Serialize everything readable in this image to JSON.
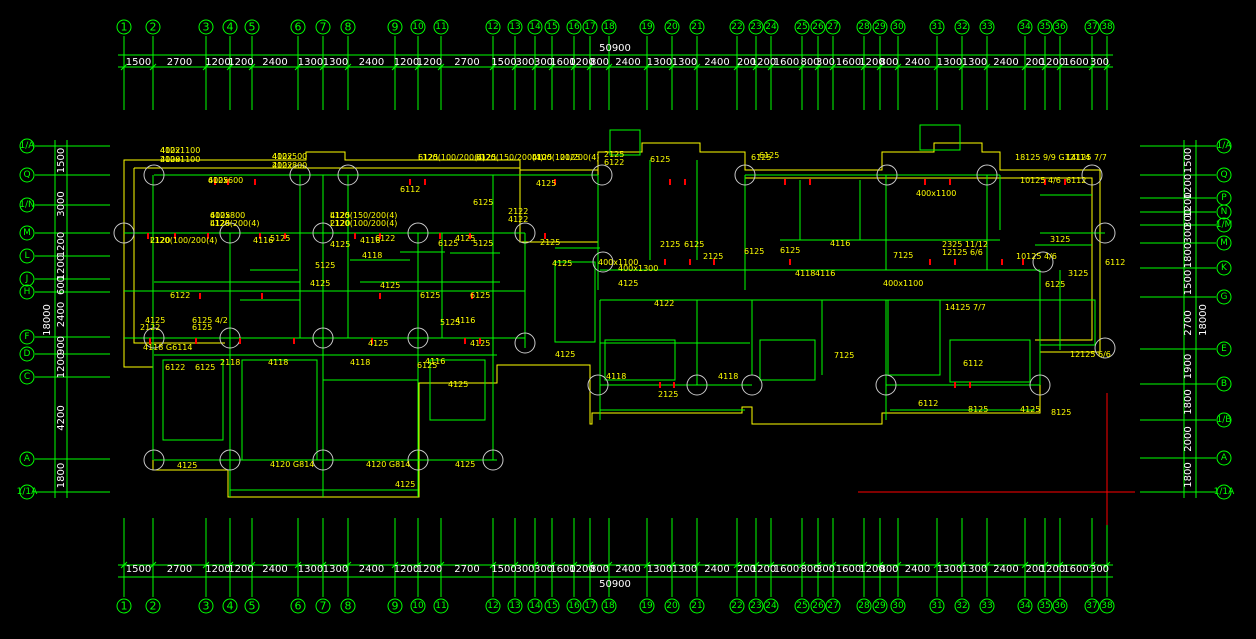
{
  "drawing": {
    "top_axes": [
      "1",
      "2",
      "3",
      "4",
      "5",
      "6",
      "7",
      "8",
      "9",
      "10",
      "11",
      "12",
      "13",
      "14",
      "15",
      "16",
      "17",
      "18",
      "19",
      "20",
      "21",
      "22",
      "23",
      "24",
      "25",
      "26",
      "27",
      "28",
      "29",
      "30",
      "31",
      "32",
      "33",
      "34",
      "35",
      "36",
      "37",
      "38"
    ],
    "top_dims": [
      "1500",
      "2700",
      "1200",
      "1200",
      "2400",
      "1300",
      "1300",
      "2400",
      "1200",
      "1200",
      "2700",
      "1500",
      "300",
      "300",
      "1600",
      "1200",
      "800",
      "2400",
      "1300",
      "1300",
      "2400",
      "200",
      "1200",
      "1600",
      "800",
      "300",
      "1600",
      "1200",
      "800",
      "2400",
      "1300",
      "1300",
      "2400",
      "200",
      "1200",
      "1600",
      "300"
    ],
    "total_width": "50900",
    "left_axes": [
      "1/A",
      "Q",
      "1/N",
      "M",
      "L",
      "J",
      "H",
      "F",
      "D",
      "C",
      "A",
      "1/1A"
    ],
    "left_dims": [
      "1500",
      "3000",
      "1200",
      "1200",
      "600",
      "2400",
      "900",
      "1200",
      "4200",
      "1800"
    ],
    "left_total": "18000",
    "right_axes": [
      "1/A",
      "Q",
      "P",
      "N",
      "1/M",
      "M",
      "K",
      "G",
      "E",
      "B",
      "1/B",
      "A",
      "1/1A"
    ],
    "right_dims": [
      "1500",
      "1200",
      "1200",
      "300",
      "300",
      "1800",
      "1500",
      "2700",
      "1900",
      "1800",
      "2000",
      "1800"
    ],
    "right_total": "18000",
    "beam_labels": [
      "4122",
      "2120",
      "6125",
      "4122",
      "2122",
      "6125",
      "4125",
      "2120",
      "4125",
      "2120",
      "6125",
      "6125",
      "4125",
      "2122",
      "4122",
      "6125",
      "4125",
      "2125",
      "6122",
      "6125",
      "2125",
      "6125",
      "4125",
      "2122",
      "6125 4/2",
      "6125",
      "6122",
      "5125",
      "4125",
      "5125",
      "4125",
      "6122",
      "6125",
      "4125",
      "5125",
      "4125",
      "6125",
      "4125",
      "6122",
      "6125",
      "4118",
      "4118",
      "4120 G814",
      "4120 G814",
      "4125",
      "4116",
      "4125",
      "4125",
      "4125",
      "4118",
      "4116",
      "4125",
      "4118",
      "2125",
      "4122",
      "6125",
      "2125",
      "6125",
      "2125",
      "6125",
      "6125",
      "4116",
      "4116",
      "4118",
      "7125",
      "7125",
      "2325 11/12",
      "12125 6/6",
      "14125 7/7",
      "6112",
      "6112",
      "8125",
      "4125",
      "8125",
      "6112",
      "3125",
      "10125 4/6",
      "18125 9/9 G12114",
      "10125 4/6",
      "14125 7/7",
      "6112",
      "3125",
      "12125 6/6",
      "4116",
      "4116",
      "4118",
      "6125",
      "5125",
      "2125",
      "6112",
      "4125",
      "2118",
      "6125",
      "4125",
      "6125",
      "4118 G6114",
      "4125",
      "400x1100",
      "400x1100",
      "400x1100",
      "400x1300",
      "400x1100",
      "400x1100",
      "400x600",
      "400x500",
      "400x800",
      "400x800",
      "L120(200(4)",
      "L120(100/200(4)",
      "L120(150/200(4)",
      "L120(100/200(4)",
      "L120(100/200(4)",
      "L120(150/200(4)",
      "L100(100/200(4)"
    ]
  }
}
